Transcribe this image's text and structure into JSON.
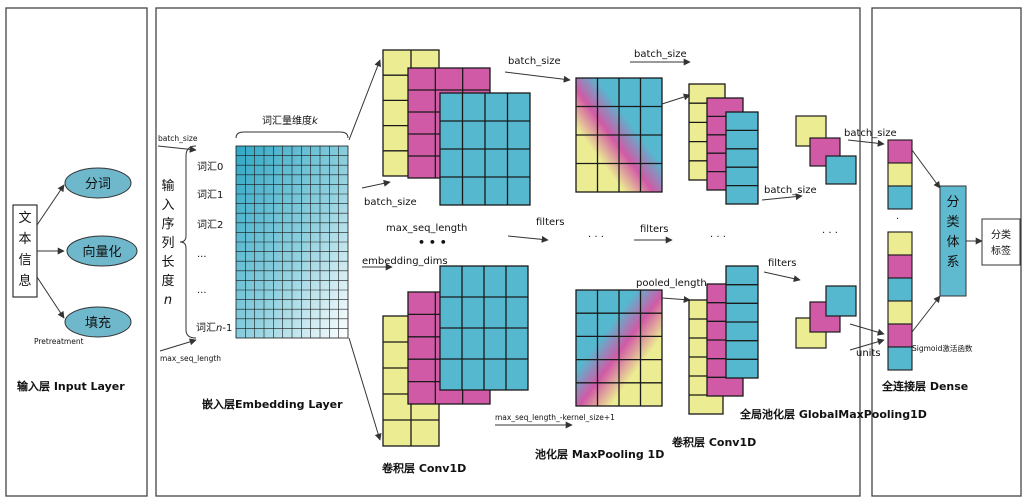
{
  "colors": {
    "cyan": "#55b8cf",
    "pink": "#d15aa6",
    "yellow": "#ecec92",
    "grid_line": "#1a1a1a",
    "node_fill": "#6fb8cc",
    "dense_box": "#5fbad0"
  },
  "input_layer": {
    "source_box": "文本信息",
    "nodes": [
      "分词",
      "向量化",
      "填充"
    ],
    "pretreatment": "Pretreatment",
    "batch_size": "batch_size",
    "max_seq_length": "max_seq_length",
    "title": "输入层 Input Layer"
  },
  "embedding_layer": {
    "dim_label": "词汇量维度",
    "dim_var": "k",
    "seq_label": "输入序列长度",
    "seq_var": "n",
    "row_labels": [
      "词汇0",
      "词汇1",
      "词汇2",
      "···",
      "···"
    ],
    "last_row_prefix": "词汇",
    "last_row_var": "n",
    "last_row_suffix": "-1",
    "title": "嵌入层Embedding Layer"
  },
  "conv_layer_1": {
    "batch_size": "batch_size",
    "max_seq_length": "max_seq_length",
    "dots": "• • •",
    "embedding_dims": "embedding_dims",
    "batch_size_top": "batch_size",
    "title": "卷积层 Conv1D"
  },
  "pooling_layer": {
    "batch_size_top": "batch_size",
    "filters_in": "filters",
    "dots": "· · ·",
    "filters_out": "filters",
    "kernel_label": "max_seq_length_-kernel_size+1",
    "title": "池化层 MaxPooling 1D"
  },
  "conv_layer_2": {
    "pooled_length": "pooled_length",
    "batch_size": "batch_size",
    "dots": "· · ·",
    "filters": "filters",
    "title": "卷积层 Conv1D"
  },
  "global_pool": {
    "batch_size": "batch_size",
    "dots": "· · ·",
    "title": "全局池化层 GlobalMaxPooling1D"
  },
  "dense": {
    "dots": "·\n·",
    "classifier": "分类体系",
    "units": "units",
    "sigmoid": "Sigmoid激活函数",
    "title": "全连接层 Dense",
    "output": "分类标签"
  }
}
